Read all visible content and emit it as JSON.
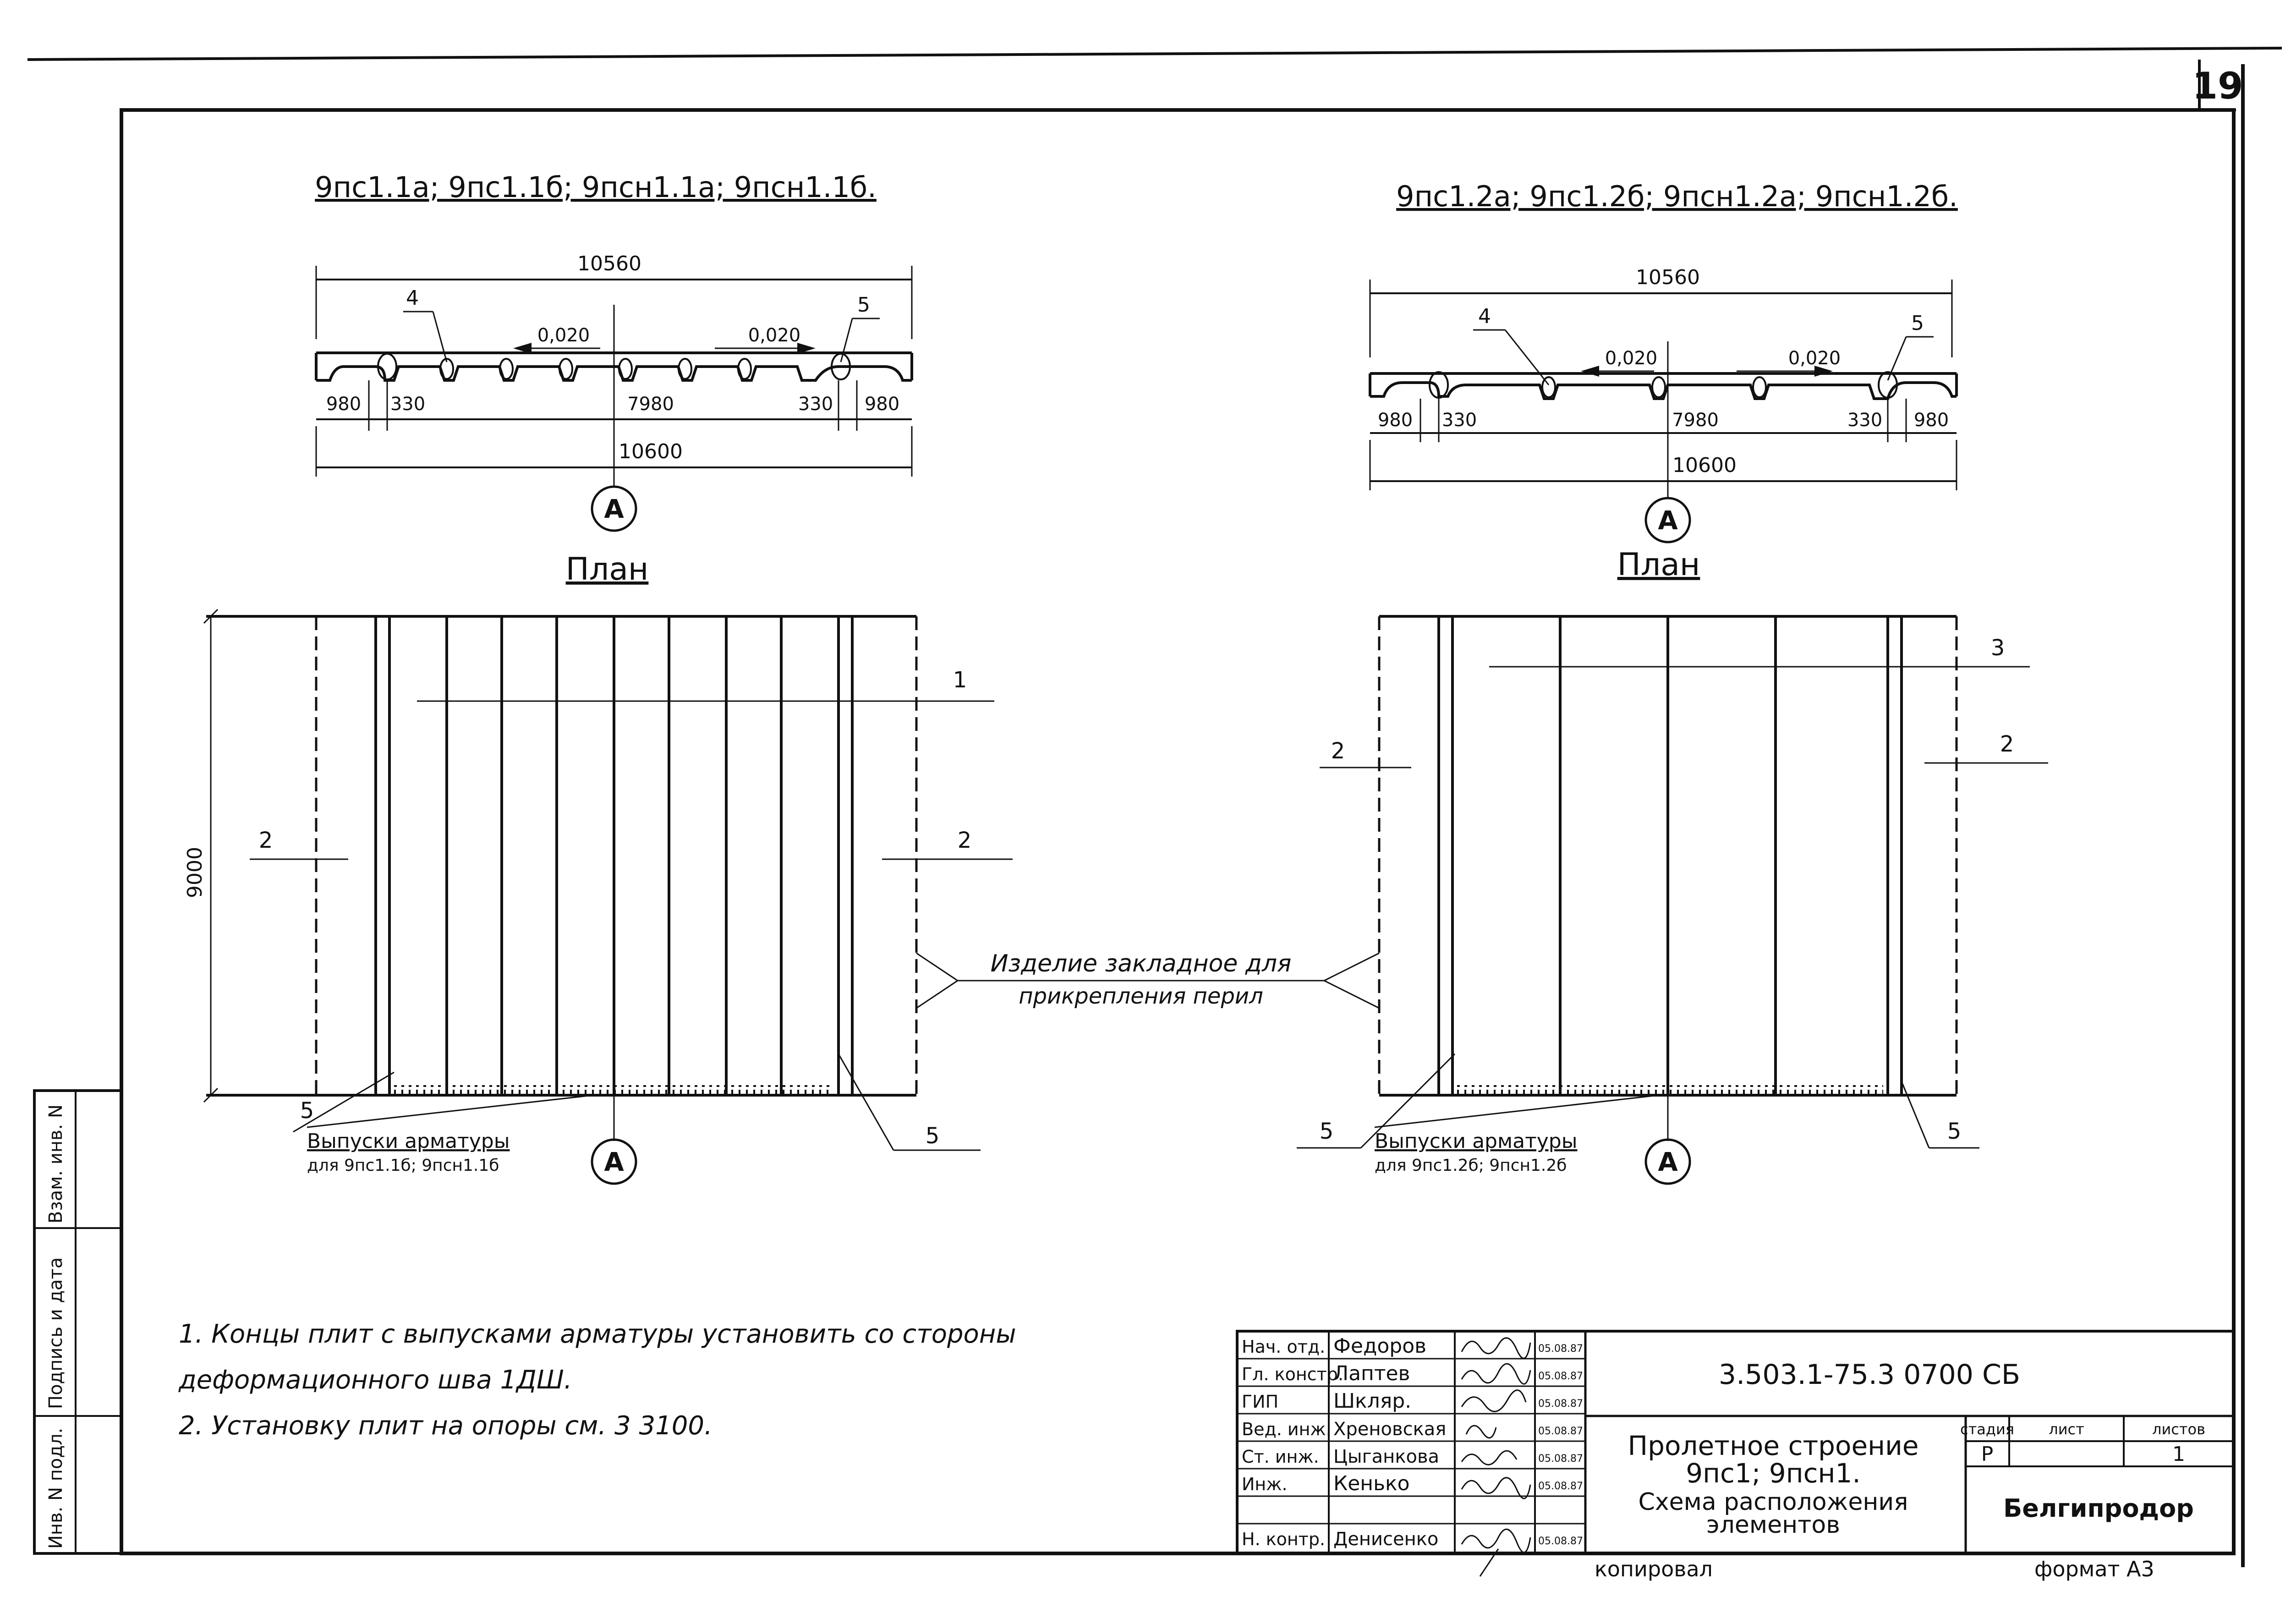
{
  "sheet_number": "19",
  "left_view": {
    "title": "9пс1.1а; 9пс1.1б; 9псн1.1а; 9псн1.1б.",
    "overall_top": "10560",
    "overall_bottom": "10600",
    "dims_row": [
      "980",
      "330",
      "7980",
      "330",
      "980"
    ],
    "slope_left": "0,020",
    "slope_right": "0,020",
    "callout_4": "4",
    "callout_5": "5",
    "axis_label": "А",
    "plan_title": "План",
    "plan_height_dim": "9000",
    "callout_1": "1",
    "callout_2": "2",
    "outlets_label": "Выпуски арматуры",
    "outlets_sub": "для 9пс1.1б; 9псн1.1б"
  },
  "right_view": {
    "title": "9пс1.2а; 9пс1.2б; 9псн1.2а; 9псн1.2б.",
    "overall_top": "10560",
    "overall_bottom": "10600",
    "dims_row": [
      "980",
      "330",
      "7980",
      "330",
      "980"
    ],
    "slope_left": "0,020",
    "slope_right": "0,020",
    "callout_4": "4",
    "callout_5": "5",
    "axis_label": "А",
    "plan_title": "План",
    "callout_3": "3",
    "callout_2": "2",
    "outlets_label": "Выпуски арматуры",
    "outlets_sub": "для 9пс1.2б; 9псн1.2б"
  },
  "embedded_item": {
    "line1": "Изделие закладное для",
    "line2": "прикрепления перил"
  },
  "notes": [
    "1. Концы плит с выпусками арматуры установить со стороны",
    "деформационного шва 1ДШ.",
    "2. Установку плит на опоры см. 3 3100."
  ],
  "side_stamp": [
    "Инв. N подл.",
    "Подпись и дата",
    "Взам. инв. N"
  ],
  "title_block": {
    "signers": [
      {
        "role": "Нач. отд.",
        "name": "Федоров",
        "date": "05.08.87"
      },
      {
        "role": "Гл. констр.",
        "name": "Лаптев",
        "date": "05.08.87"
      },
      {
        "role": "ГИП",
        "name": "Шкляр.",
        "date": "05.08.87"
      },
      {
        "role": "Вед. инж.",
        "name": "Хреновская",
        "date": "05.08.87"
      },
      {
        "role": "Ст. инж.",
        "name": "Цыганкова",
        "date": "05.08.87"
      },
      {
        "role": "Инж.",
        "name": "Кенько",
        "date": "05.08.87"
      },
      {
        "role": "Н. контр.",
        "name": "Денисенко",
        "date": "05.08.87"
      }
    ],
    "code": "3.503.1-75.3 0700 СБ",
    "name_lines": [
      "Пролетное строение",
      "9пс1; 9псн1.",
      "Схема расположения",
      "элементов"
    ],
    "stage_header": "стадия",
    "sheet_header": "лист",
    "sheets_header": "листов",
    "stage": "Р",
    "sheets": "1",
    "org": "Белгипродор",
    "copied": "копировал",
    "format": "формат А3"
  }
}
